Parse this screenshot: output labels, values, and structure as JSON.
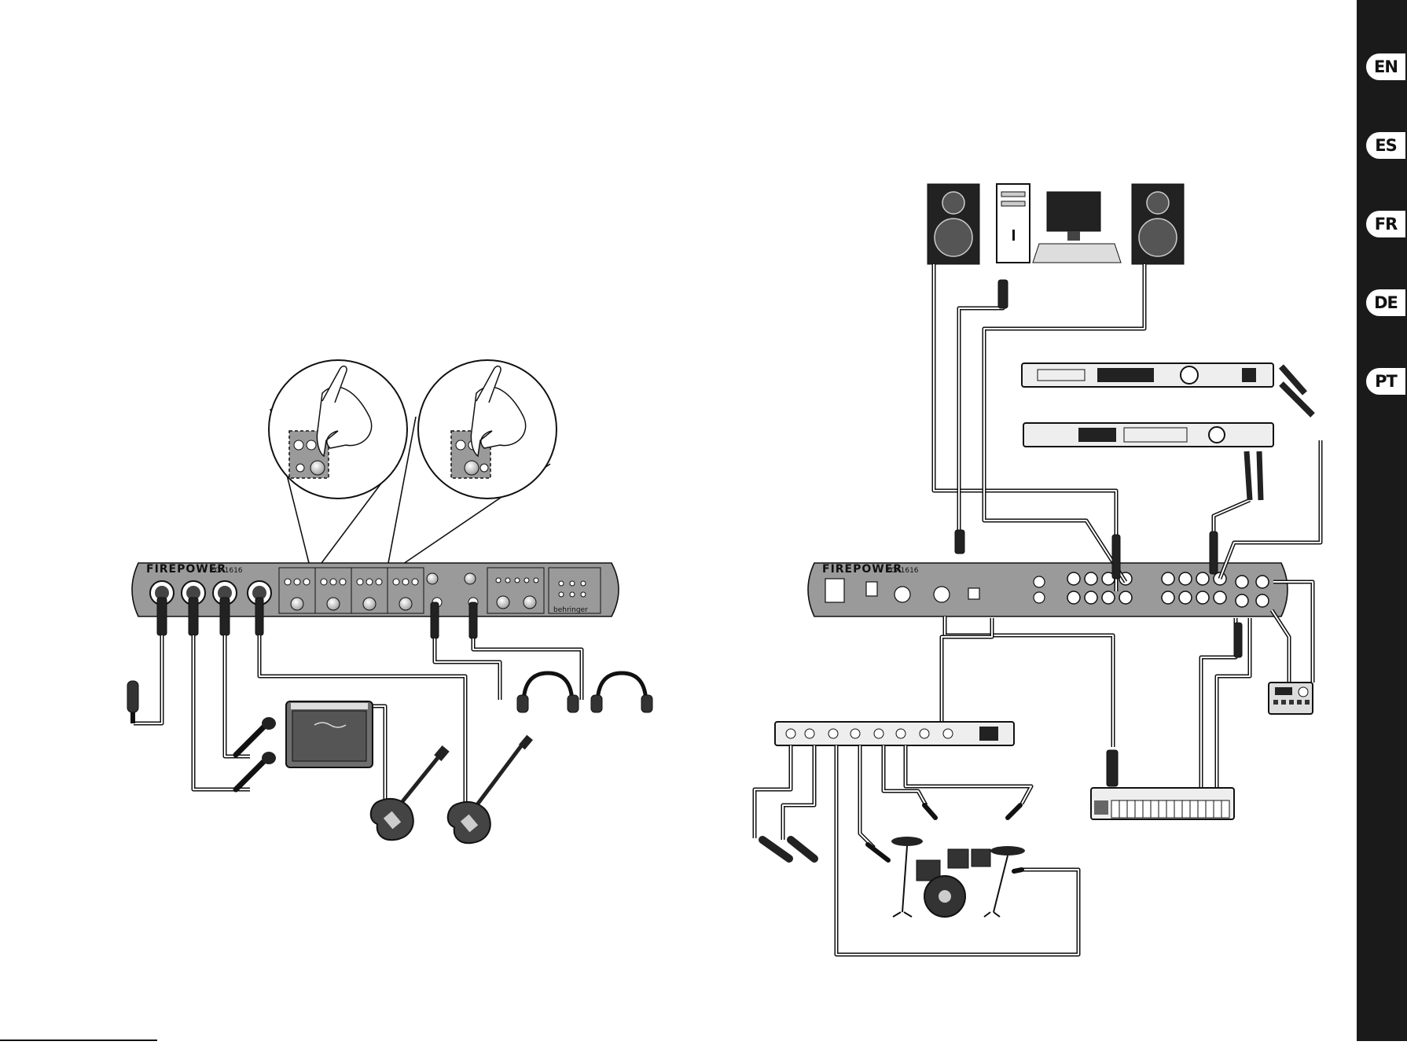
{
  "language_tabs": [
    {
      "code": "EN"
    },
    {
      "code": "ES"
    },
    {
      "code": "FR"
    },
    {
      "code": "DE"
    },
    {
      "code": "PT"
    }
  ],
  "front_unit": {
    "brand": "FIREPOWER",
    "model": "FCA1616",
    "maker": "behringer"
  },
  "rear_unit": {
    "brand": "FIREPOWER",
    "model": "FCA1616"
  },
  "colors": {
    "panel": "#9a9a9a",
    "panel_dark": "#6e6e6e",
    "cable": "#111111",
    "sidebar": "#1a1a1a",
    "pill": "#ffffff"
  }
}
